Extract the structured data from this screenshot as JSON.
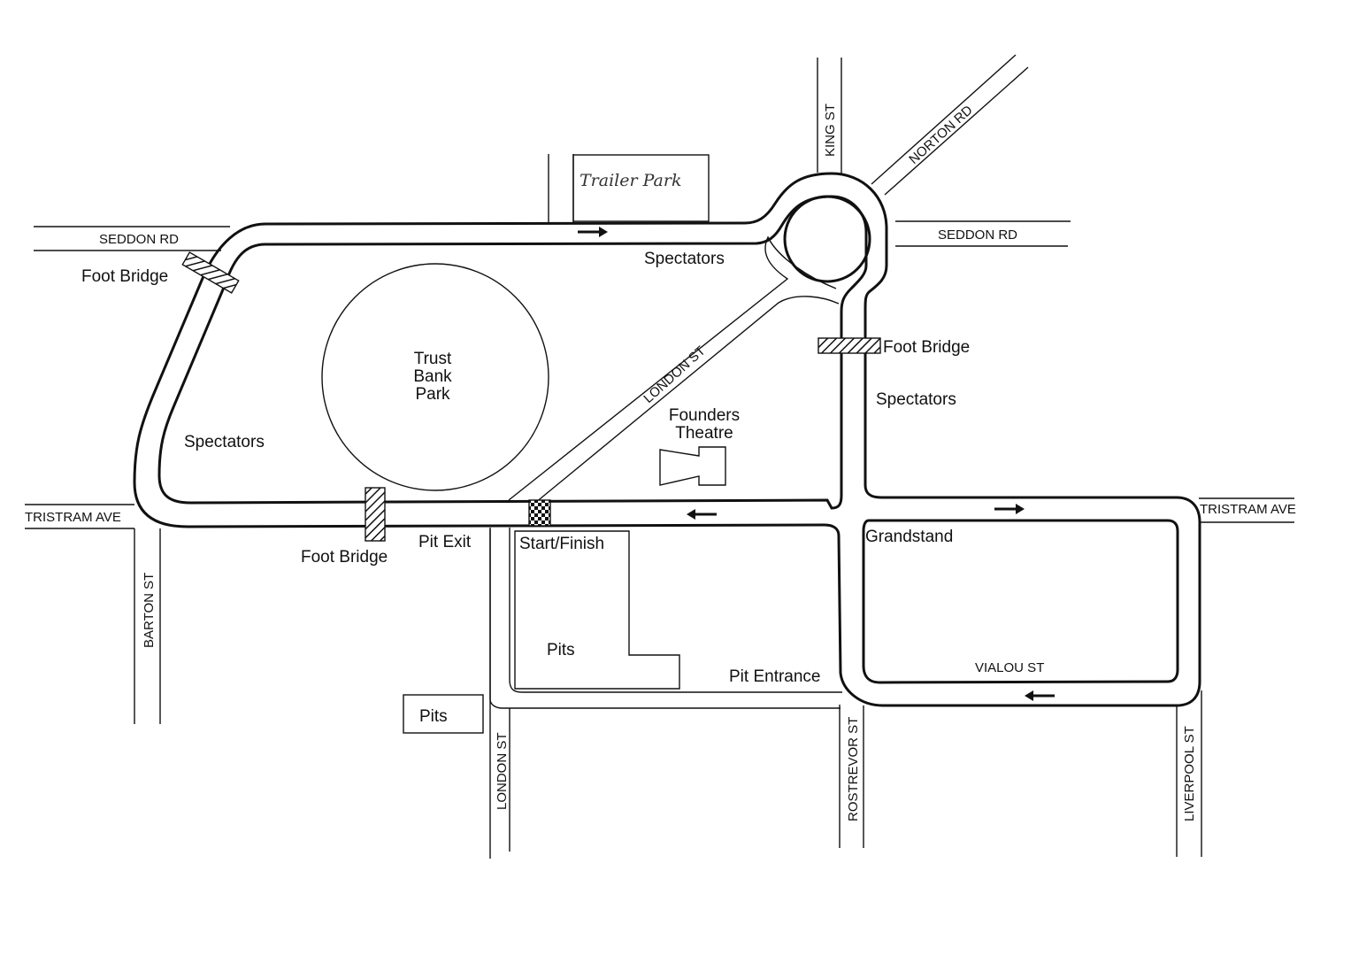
{
  "track": {
    "circle_label_lines": [
      "Trust",
      "Bank",
      "Park"
    ],
    "trailer_park": "Trailer Park",
    "founders_lines": [
      "Founders",
      "Theatre"
    ],
    "labels": {
      "spectators_top": "Spectators",
      "spectators_left": "Spectators",
      "spectators_right": "Spectators",
      "foot_bridge_nw": "Foot Bridge",
      "foot_bridge_ne": "Foot Bridge",
      "foot_bridge_s": "Foot Bridge",
      "pit_exit": "Pit Exit",
      "start_finish": "Start/Finish",
      "pits_inner": "Pits",
      "pits_box": "Pits",
      "pit_entrance": "Pit Entrance",
      "grandstand": "Grandstand"
    }
  },
  "streets": {
    "seddon_rd_w": "SEDDON RD",
    "seddon_rd_e": "SEDDON RD",
    "tristram_ave_w": "TRISTRAM AVE",
    "tristram_ave_e": "TRISTRAM AVE",
    "king_st": "KING ST",
    "norton_rd": "NORTON RD",
    "london_st_diag": "LONDON ST",
    "london_st_s": "LONDON ST",
    "barton_st": "BARTON ST",
    "rostrevor_st": "ROSTREVOR ST",
    "liverpool_st": "LIVERPOOL ST",
    "vialou_st": "VIALOU ST"
  },
  "arrows": {
    "seddon": "east-arrow",
    "tristram_main": "west-arrow",
    "tristram_east": "east-arrow",
    "vialou": "west-arrow"
  }
}
